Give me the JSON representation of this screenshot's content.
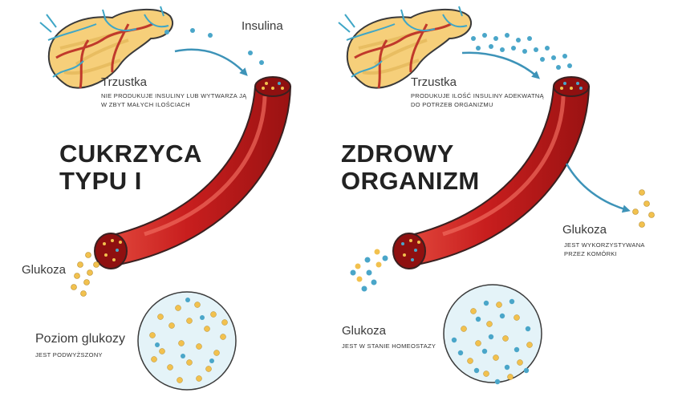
{
  "left": {
    "title_line1": "CUKRZYCA",
    "title_line2": "TYPU I",
    "pancreas_label": "Trzustka",
    "pancreas_note_line1": "NIE PRODUKUJE INSULINY LUB WYTWARZA JĄ",
    "pancreas_note_line2": "W ZBYT MAŁYCH ILOŚCIACH",
    "insulin_label": "Insulina",
    "glucose_label": "Glukoza",
    "level_label": "Poziom glukozy",
    "level_note": "JEST PODWYŻSZONY"
  },
  "right": {
    "title_line1": "ZDROWY",
    "title_line2": "ORGANIZM",
    "pancreas_label": "Trzustka",
    "pancreas_note_line1": "PRODUKUJE ILOŚĆ INSULINY ADEKWATNĄ",
    "pancreas_note_line2": "DO POTRZEB ORGANIZMU",
    "glucose_out_label": "Glukoza",
    "glucose_out_note_line1": "JEST WYKORZYSTYWANA",
    "glucose_out_note_line2": "PRZEZ KOMÓRKI",
    "level_label": "Glukoza",
    "level_note": "JEST W STANIE HOMEOSTAZY"
  },
  "colors": {
    "vessel": "#c81e1e",
    "vessel_dark": "#8f1010",
    "vessel_light": "#e0463c",
    "glucose": "#f2c14e",
    "insulin": "#4aa6c9",
    "pancreas": "#f6cf7a",
    "artery": "#c0392b",
    "vein": "#3fa6c6",
    "arrow": "#3d93b8",
    "cell_bg": "#e4f3f8"
  },
  "icons": [
    "pancreas-icon",
    "blood-vessel-icon",
    "arrow-icon",
    "cell-sample-icon"
  ]
}
